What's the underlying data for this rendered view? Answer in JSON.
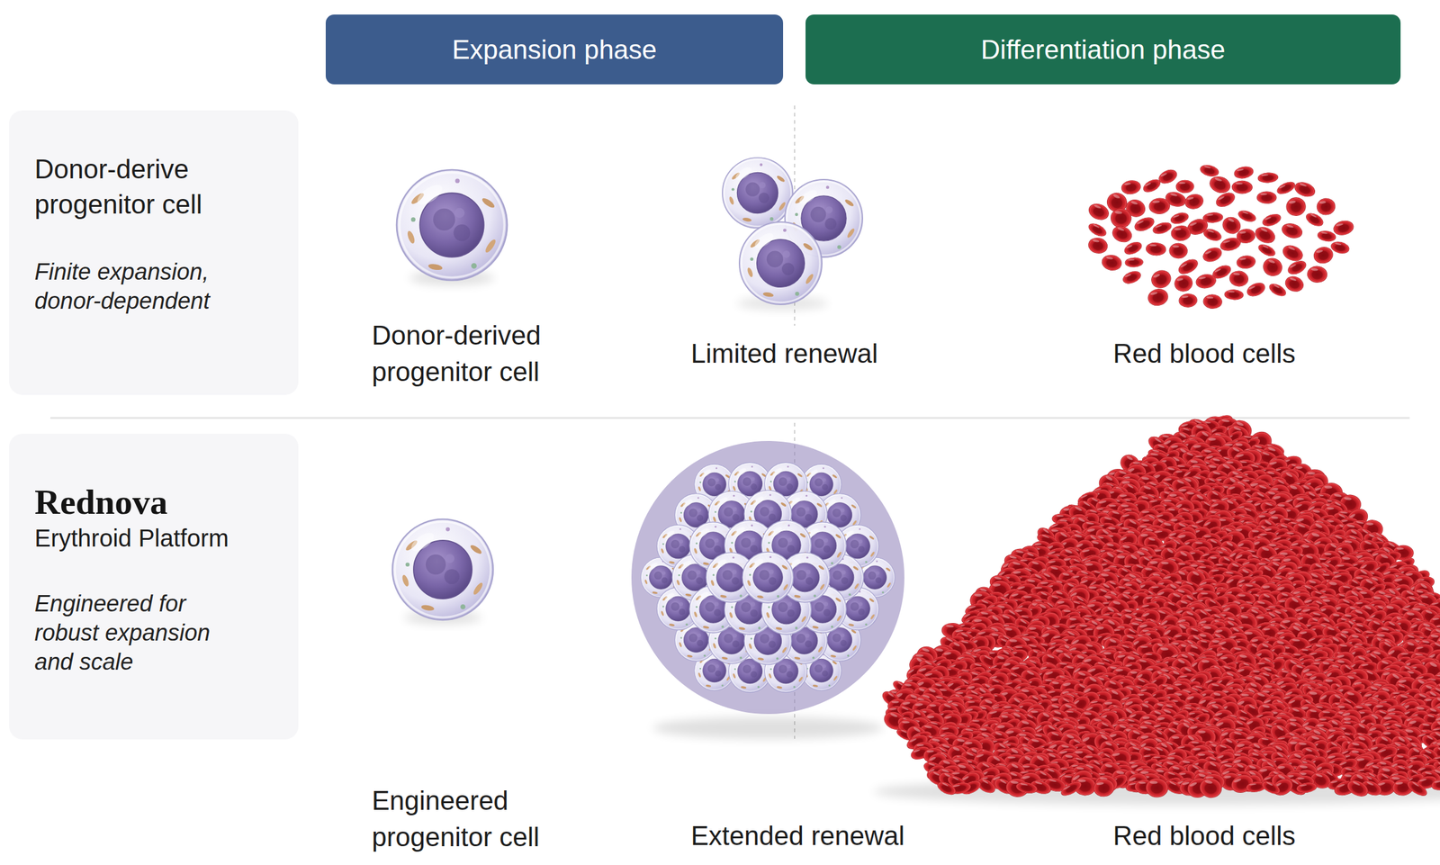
{
  "diagram": {
    "nodes": [
      {
        "text": [
          "Expansion phase"
        ]
      },
      {
        "text": [
          "Differentiation phase"
        ]
      },
      {
        "text": [
          "Donor-derive progenitor cell",
          "Finite expansion, donor-dependent"
        ]
      },
      {
        "text": [
          "Rednova",
          "Erythroid Platform",
          "Engineered for robust expansion and scale"
        ]
      }
    ],
    "labels": [
      "Donor-derived progenitor cell",
      "Limited renewal",
      "Red blood cells",
      "Engineered progenitor cell",
      "Extended renewal",
      "Red blood cells"
    ]
  }
}
